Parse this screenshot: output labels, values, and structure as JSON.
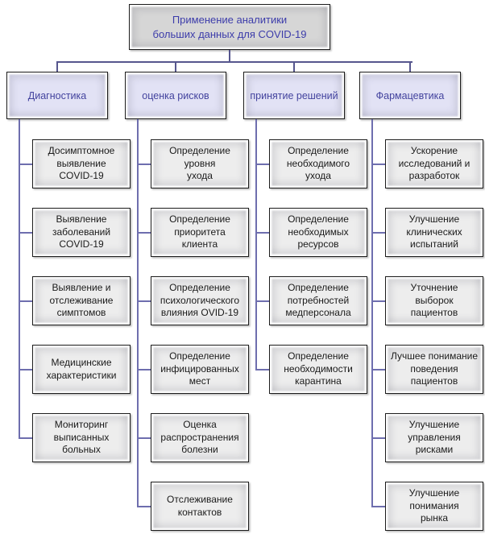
{
  "diagram": {
    "root": {
      "title": "Применение аналитики\nбольших данных для COVID-19"
    },
    "columns": [
      {
        "header": "Диагностика",
        "items": [
          "Досимптомное\nвыявление\nCOVID-19",
          "Выявление\nзаболеваний\nCOVID-19",
          "Выявление и\nотслеживание\nсимптомов",
          "Медицинские\nхарактеристики",
          "Мониторинг\nвыписанных\nбольных"
        ]
      },
      {
        "header": "оценка рисков",
        "items": [
          "Определение\nуровня\nухода",
          "Определение\nприоритета\nклиента",
          "Определение\nпсихологического\nвлияния OVID-19",
          "Определение\nинфицированных\nмест",
          "Оценка\nраспространения\nболезни",
          "Отслеживание\nконтактов"
        ]
      },
      {
        "header": "принятие решений",
        "items": [
          "Определение\nнеобходимого\nухода",
          "Определение\nнеобходимых\nресурсов",
          "Определение\nпотребностей\nмедперсонала",
          "Определение\nнеобходимости\nкарантина"
        ]
      },
      {
        "header": "Фармацевтика",
        "items": [
          "Ускорение\nисследований и\nразработок",
          "Улучшение\nклинических\nиспытаний",
          "Уточнение\nвыборок\nпациентов",
          "Лучшее понимание\nповедения\nпациентов",
          "Улучшение\nуправления\nрисками",
          "Улучшение\nпонимания\nрынка"
        ]
      }
    ],
    "colors": {
      "connector": "#6e6eae",
      "connector_top": "#56568e",
      "root_fill": "#d6d6d6",
      "root_text": "#3c3caa",
      "header_fill": "#e2e2f5",
      "header_text": "#43439e",
      "item_fill": "#ededed",
      "item_text": "#1a1a1a",
      "box_border": "#1c1c1c"
    }
  }
}
